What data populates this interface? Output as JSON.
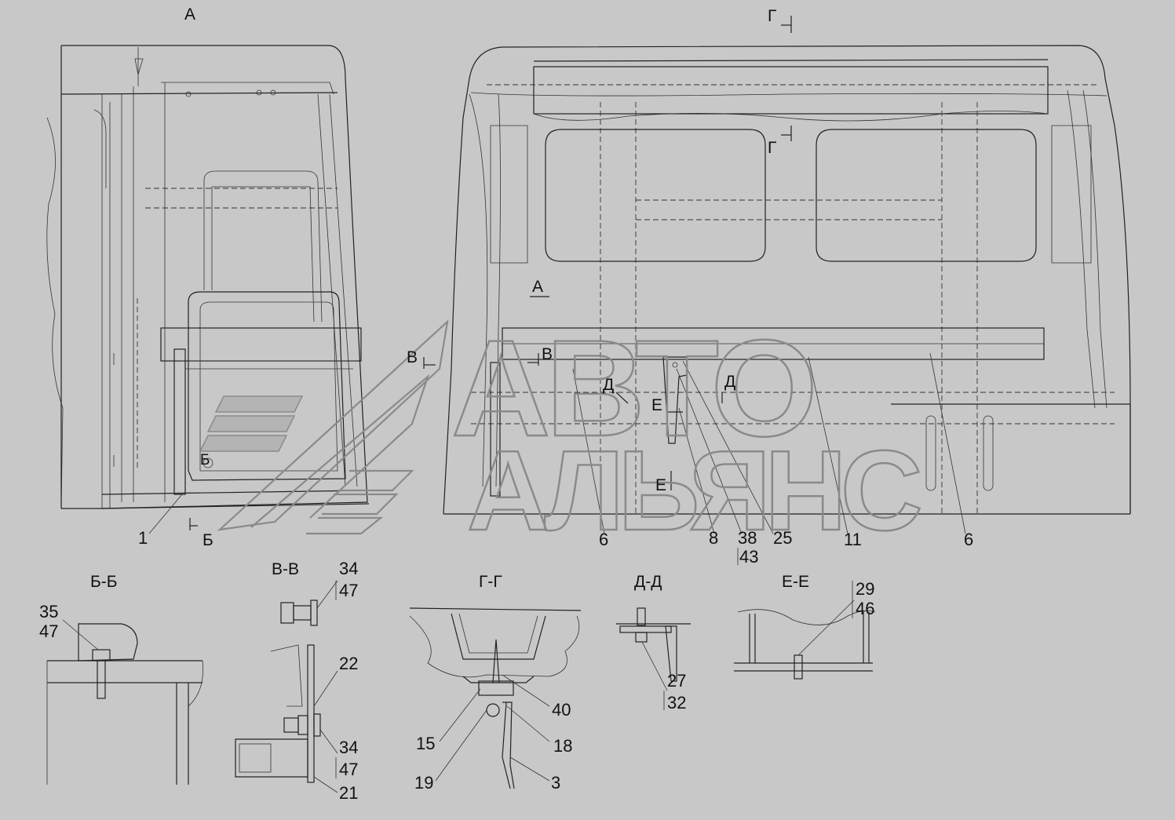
{
  "views": {
    "a": "А",
    "g_top": "Г",
    "g_mid": "Г",
    "a_mark": "А",
    "b_mark": "Б",
    "b_mark2": "Б",
    "v_left": "В",
    "v_right": "В",
    "d_left": "Д",
    "d_right": "Д",
    "e_top": "Е",
    "e_bottom": "Е"
  },
  "main_callouts": [
    "1",
    "6",
    "8",
    "38",
    "43",
    "25",
    "11",
    "6"
  ],
  "sections": {
    "bb": {
      "title": "Б-Б",
      "callouts": [
        "35",
        "47"
      ]
    },
    "vv": {
      "title": "В-В",
      "callouts": [
        "34",
        "47",
        "22",
        "34",
        "47",
        "21"
      ]
    },
    "gg": {
      "title": "Г-Г",
      "callouts": [
        "40",
        "15",
        "18",
        "19",
        "3"
      ]
    },
    "dd": {
      "title": "Д-Д",
      "callouts": [
        "27",
        "32"
      ]
    },
    "ee": {
      "title": "Е-Е",
      "callouts": [
        "29",
        "46"
      ]
    }
  },
  "watermark": {
    "line1": "АВТО",
    "line2": "АЛЬЯНС"
  }
}
